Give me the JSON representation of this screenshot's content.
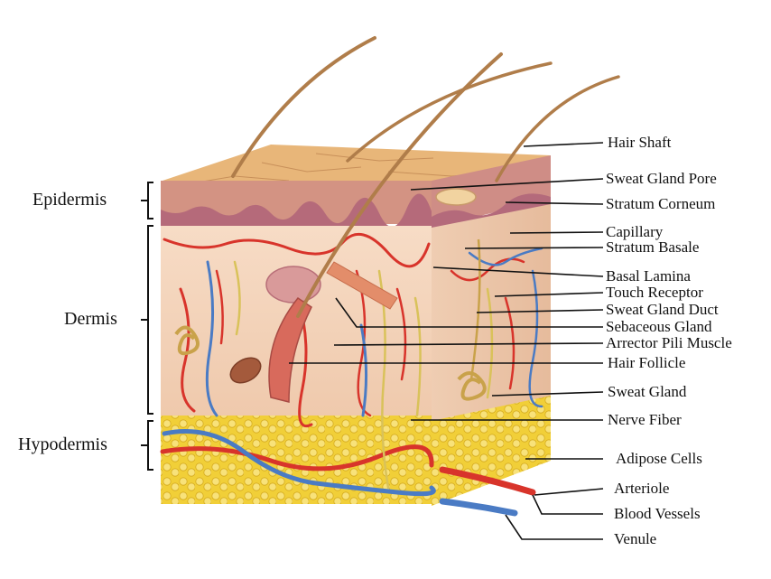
{
  "title": "",
  "layers": [
    {
      "id": "epidermis",
      "label": "Epidermis"
    },
    {
      "id": "dermis",
      "label": "Dermis"
    },
    {
      "id": "hypodermis",
      "label": "Hypodermis"
    }
  ],
  "structures": [
    {
      "id": "hair-shaft",
      "label": "Hair Shaft"
    },
    {
      "id": "sweat-gland-pore",
      "label": "Sweat Gland Pore"
    },
    {
      "id": "stratum-corneum",
      "label": "Stratum Corneum"
    },
    {
      "id": "capillary",
      "label": "Capillary"
    },
    {
      "id": "stratum-basale",
      "label": "Stratum Basale"
    },
    {
      "id": "basal-lamina",
      "label": "Basal Lamina"
    },
    {
      "id": "touch-receptor",
      "label": "Touch Receptor"
    },
    {
      "id": "sweat-gland-duct",
      "label": "Sweat Gland Duct"
    },
    {
      "id": "sebaceous-gland",
      "label": "Sebaceous Gland"
    },
    {
      "id": "arrector-pili-muscle",
      "label": "Arrector Pili Muscle"
    },
    {
      "id": "hair-follicle",
      "label": "Hair Follicle"
    },
    {
      "id": "sweat-gland",
      "label": "Sweat Gland"
    },
    {
      "id": "nerve-fiber",
      "label": "Nerve Fiber"
    },
    {
      "id": "adipose-cells",
      "label": "Adipose Cells"
    },
    {
      "id": "arteriole",
      "label": "Arteriole"
    },
    {
      "id": "blood-vessels",
      "label": "Blood Vessels"
    },
    {
      "id": "venule",
      "label": "Venule"
    }
  ],
  "colors": {
    "epidermis_top": "#e9b77a",
    "epidermis_layer": "#d89a8a",
    "dermis": "#f4d6bf",
    "hypodermis": "#f2d23c",
    "artery": "#d8342b",
    "vein": "#4a7bc4",
    "nerve": "#d9c25a",
    "hair": "#b07d4a"
  }
}
